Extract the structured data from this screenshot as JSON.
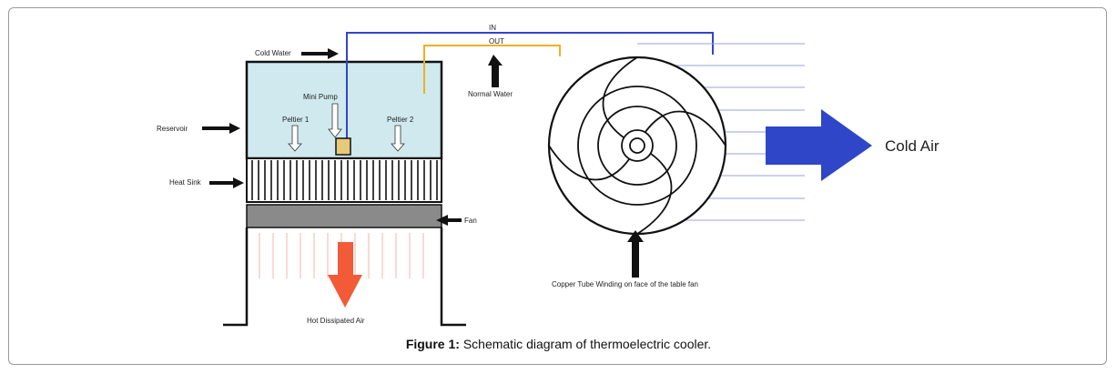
{
  "labels": {
    "cold_water": "Cold Water",
    "in": "IN",
    "out": "OUT",
    "normal_water": "Normal Water",
    "mini_pump": "Mini Pump",
    "peltier_1": "Peltier 1",
    "peltier_2": "Peltier 2",
    "reservoir": "Reservoir",
    "heat_sink": "Heat Sink",
    "fan": "Fan",
    "hot_dissipated_air": "Hot Dissipated Air",
    "copper_tube": "Copper Tube Winding on face of the table fan",
    "cold_air": "Cold Air"
  },
  "caption": {
    "prefix": "Figure 1:",
    "text": " Schematic diagram of thermoelectric cooler."
  },
  "colors": {
    "reservoir_fill": "#cfe9ef",
    "in_pipe": "#3344cc",
    "out_pipe": "#f0b020",
    "cold_air_arrow": "#2f46c8",
    "hot_air_arrow": "#f25a38",
    "hot_air_lines": "#f4b6a8",
    "fan_body": "#8a8a8a",
    "air_lines": "#9aa3d8"
  }
}
